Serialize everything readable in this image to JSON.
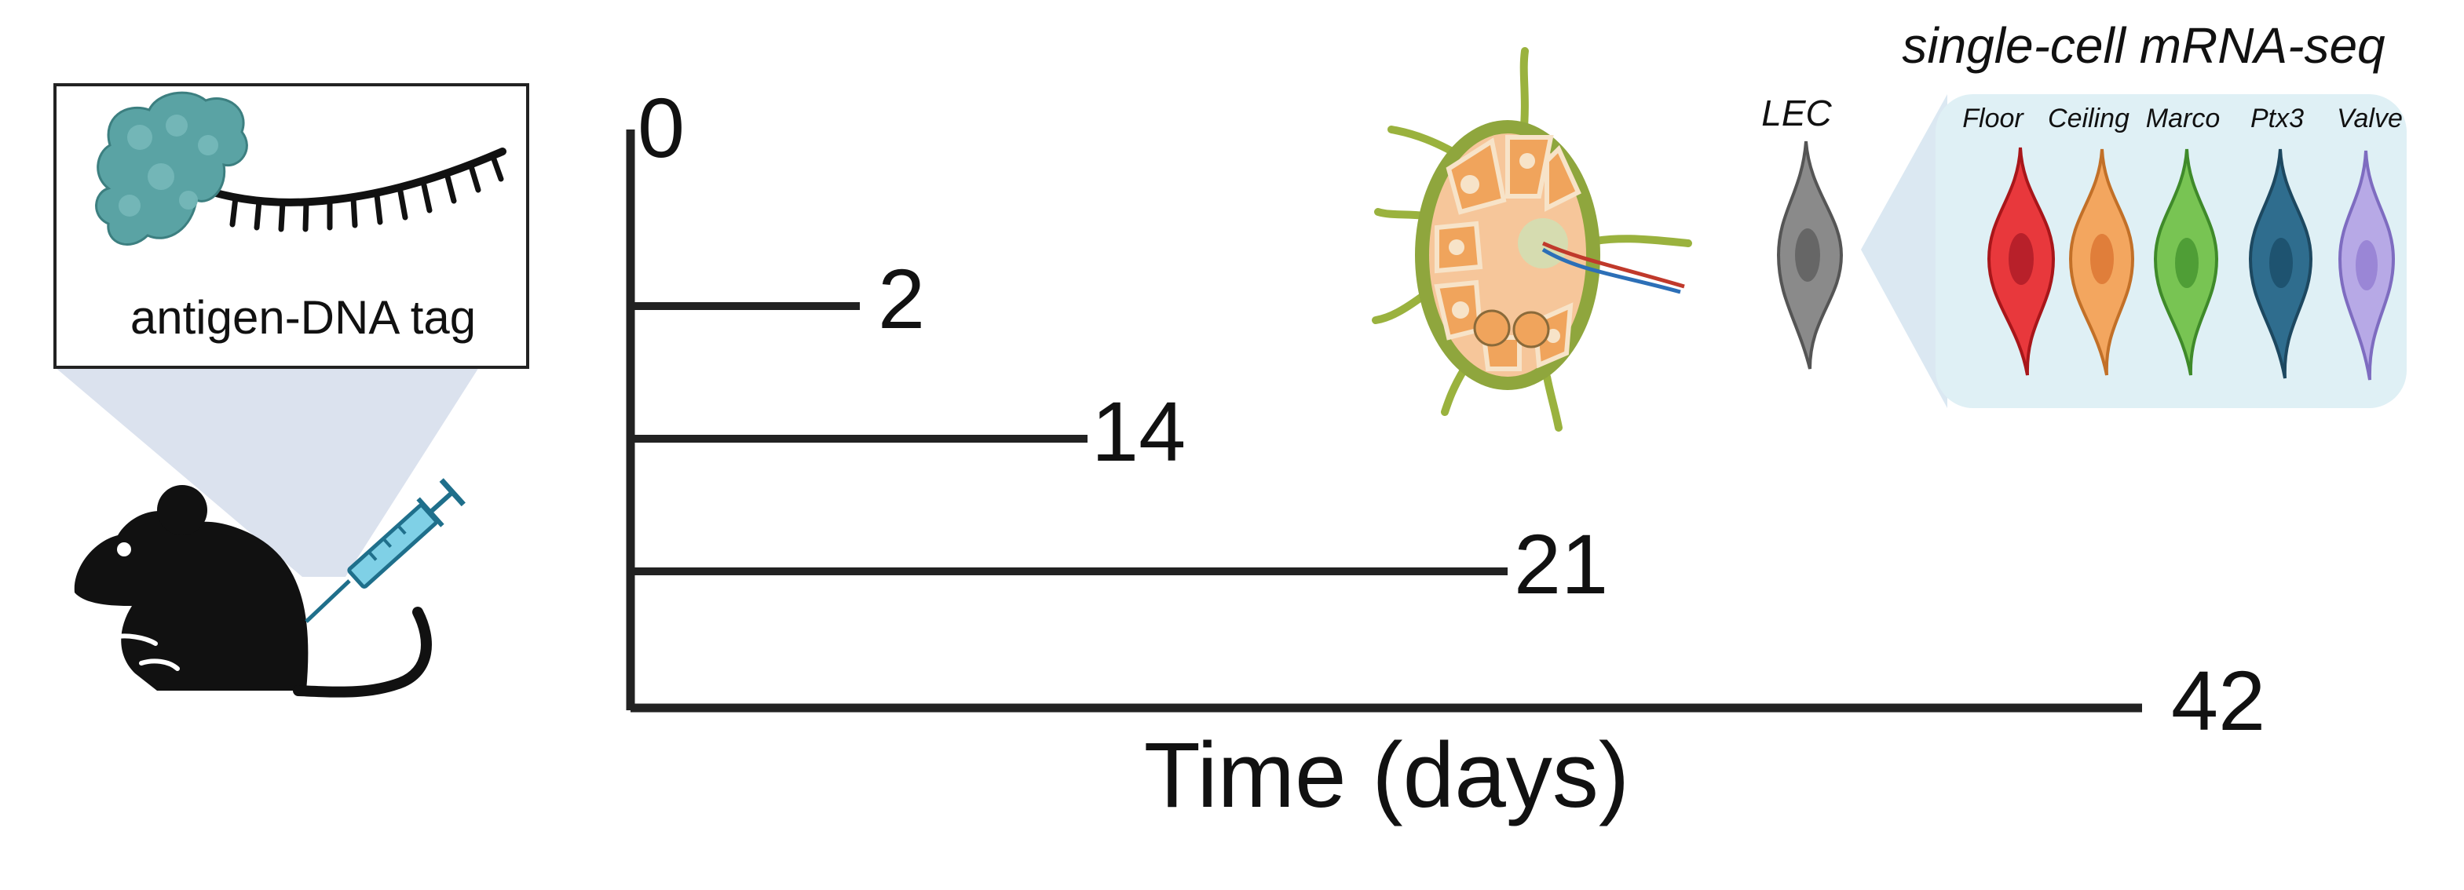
{
  "inset": {
    "label": "antigen-DNA tag"
  },
  "timeline": {
    "axis_label": "Time (days)",
    "points": [
      "0",
      "2",
      "14",
      "21",
      "42"
    ]
  },
  "sequencing": {
    "title": "single-cell mRNA-seq",
    "source_cell": "LEC",
    "subsets": [
      {
        "label": "Floor",
        "color": "#e8383c"
      },
      {
        "label": "Ceiling",
        "color": "#f3a65f"
      },
      {
        "label": "Marco",
        "color": "#78c453"
      },
      {
        "label": "Ptx3",
        "color": "#2f6d8e"
      },
      {
        "label": "Valve",
        "color": "#b7a9e6"
      }
    ]
  },
  "colors": {
    "antigen": "#5aa3a4",
    "mouse": "#111111",
    "syringe": "#1f8fb3",
    "panel_bg": "#dff0f5",
    "lec_cell": "#8a8a8a"
  }
}
